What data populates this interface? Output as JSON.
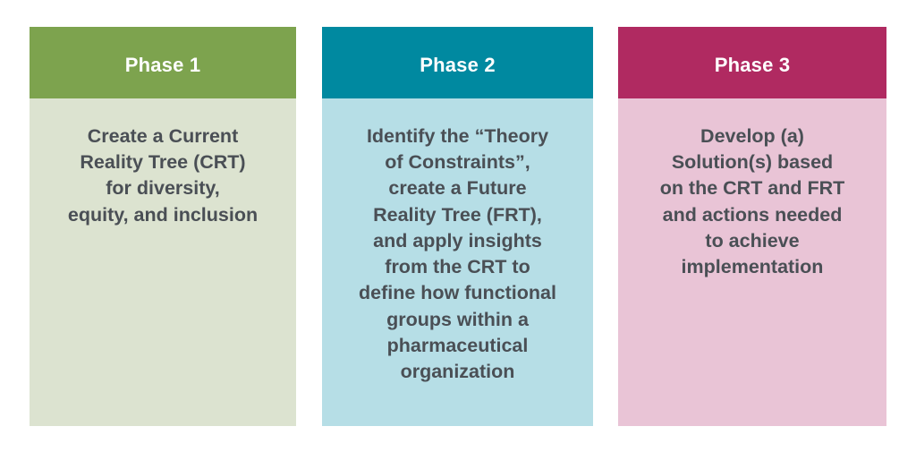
{
  "diagram": {
    "type": "three-phase-process",
    "background_color": "#ffffff",
    "title_text_color": "#ffffff",
    "body_text_color": "#4a4f55",
    "phases": [
      {
        "id": "phase-1",
        "header_label": "Phase 1",
        "body_text": "Create a Current\nReality Tree (CRT)\nfor diversity,\nequity, and inclusion",
        "header_color": "#7da34e",
        "body_color": "#dce3d0"
      },
      {
        "id": "phase-2",
        "header_label": "Phase 2",
        "body_text": "Identify the “Theory\nof Constraints”,\ncreate a Future\nReality Tree (FRT),\nand apply insights\nfrom the CRT to\ndefine how functional\ngroups within a\npharmaceutical\norganization",
        "header_color": "#0089a0",
        "body_color": "#b6dee6"
      },
      {
        "id": "phase-3",
        "header_label": "Phase 3",
        "body_text": "Develop (a)\nSolution(s) based\non the CRT and FRT\nand actions needed\nto achieve\nimplementation",
        "header_color": "#b02a61",
        "body_color": "#e9c4d6"
      }
    ]
  }
}
